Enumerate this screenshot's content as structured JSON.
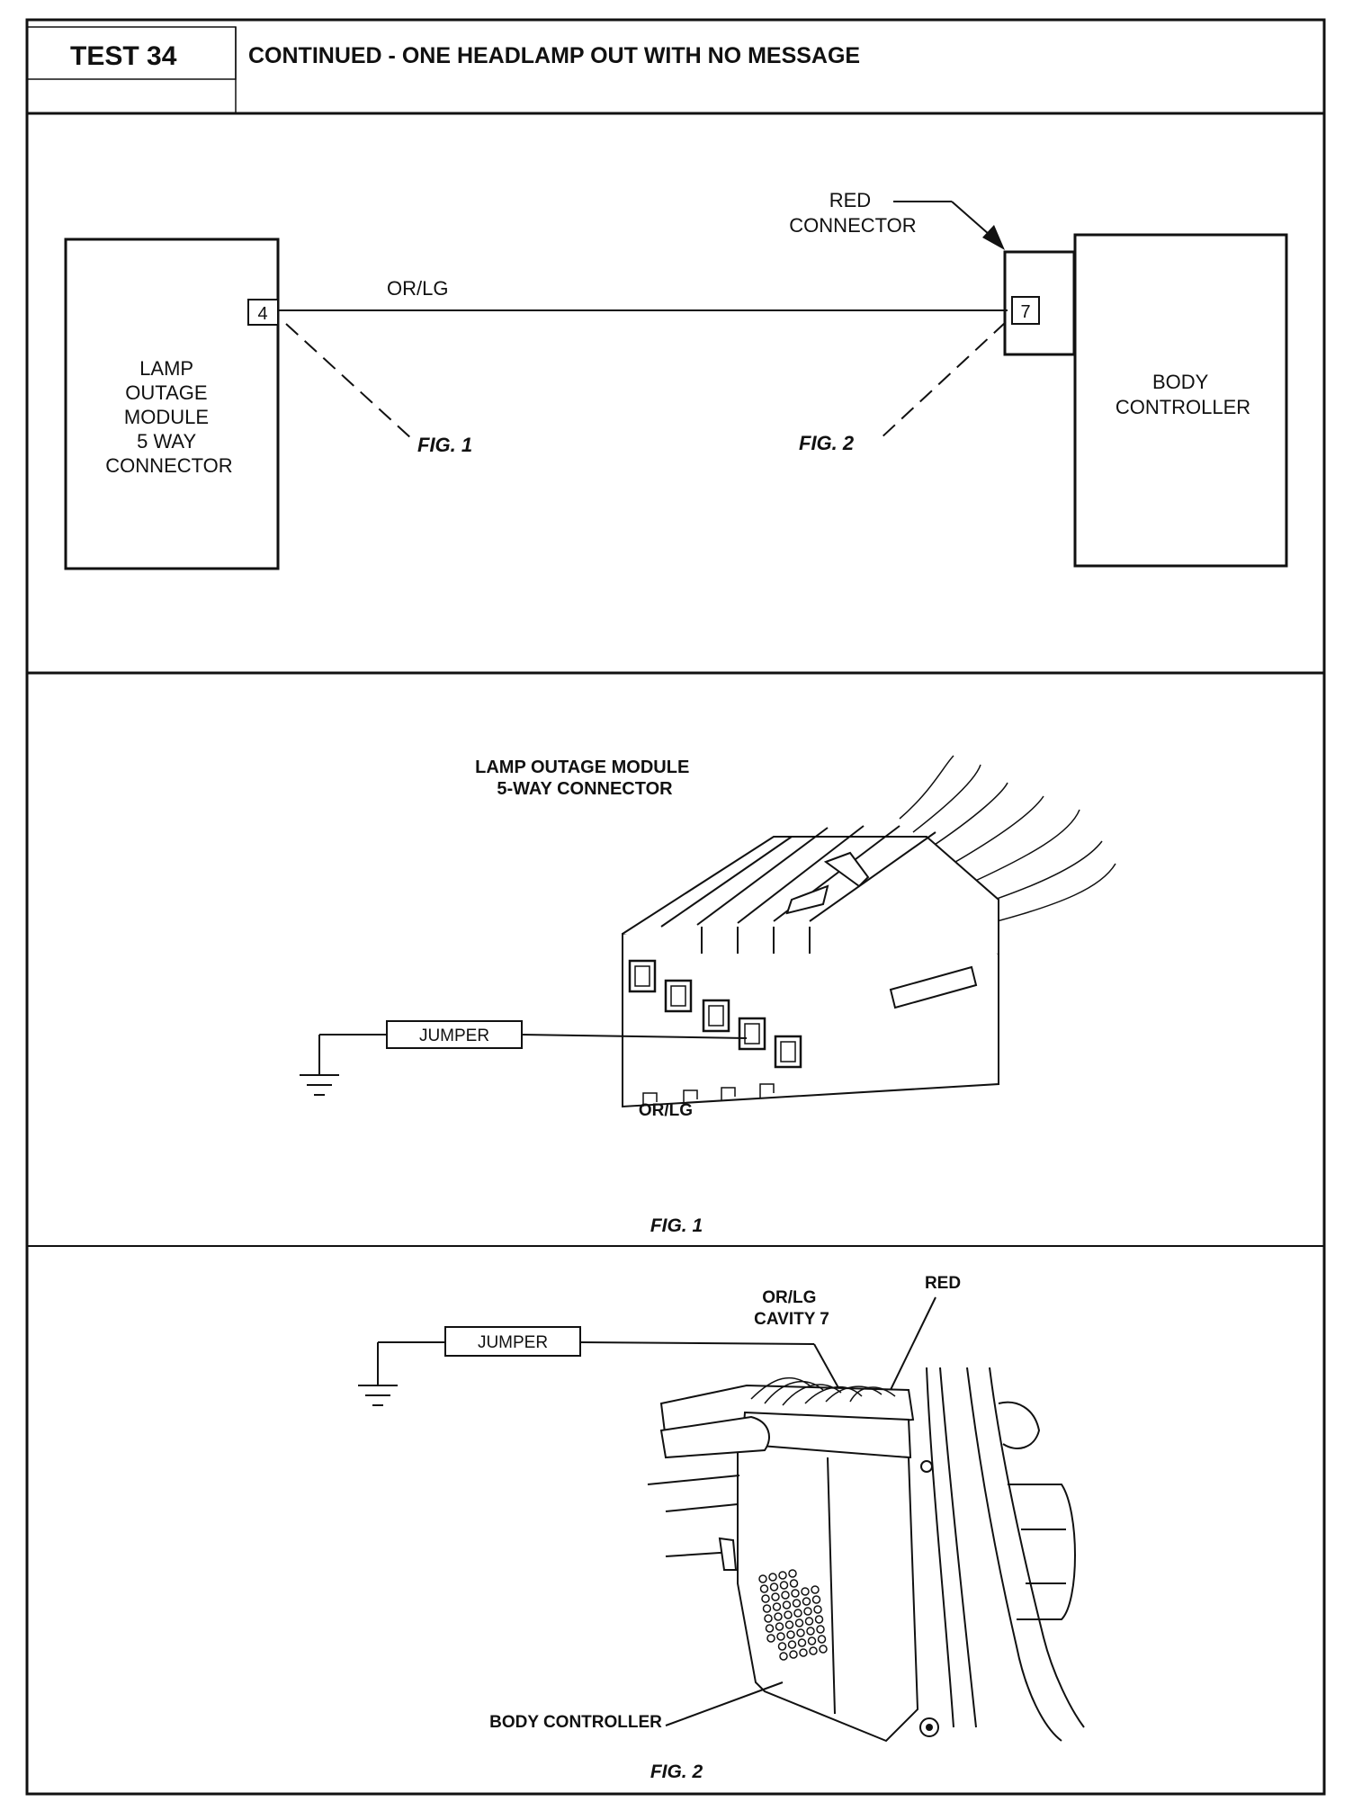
{
  "header": {
    "test_label": "TEST 34",
    "title": "CONTINUED - ONE HEADLAMP OUT WITH NO MESSAGE"
  },
  "schematic": {
    "left_box_lines": [
      "LAMP",
      "OUTAGE",
      "MODULE",
      "5 WAY",
      "CONNECTOR"
    ],
    "left_pin": "4",
    "wire_label": "OR/LG",
    "right_pin": "7",
    "red_connector_lines": [
      "RED",
      "CONNECTOR"
    ],
    "right_box_lines": [
      "BODY",
      "CONTROLLER"
    ],
    "fig1_ref": "FIG. 1",
    "fig2_ref": "FIG. 2"
  },
  "figure1": {
    "title_lines": [
      "LAMP OUTAGE MODULE",
      "5-WAY CONNECTOR"
    ],
    "jumper_label": "JUMPER",
    "wire_label": "OR/LG",
    "caption": "FIG. 1"
  },
  "figure2": {
    "jumper_label": "JUMPER",
    "wire_label_lines": [
      "OR/LG",
      "CAVITY 7"
    ],
    "red_label": "RED",
    "body_controller_label": "BODY CONTROLLER",
    "caption": "FIG. 2"
  }
}
